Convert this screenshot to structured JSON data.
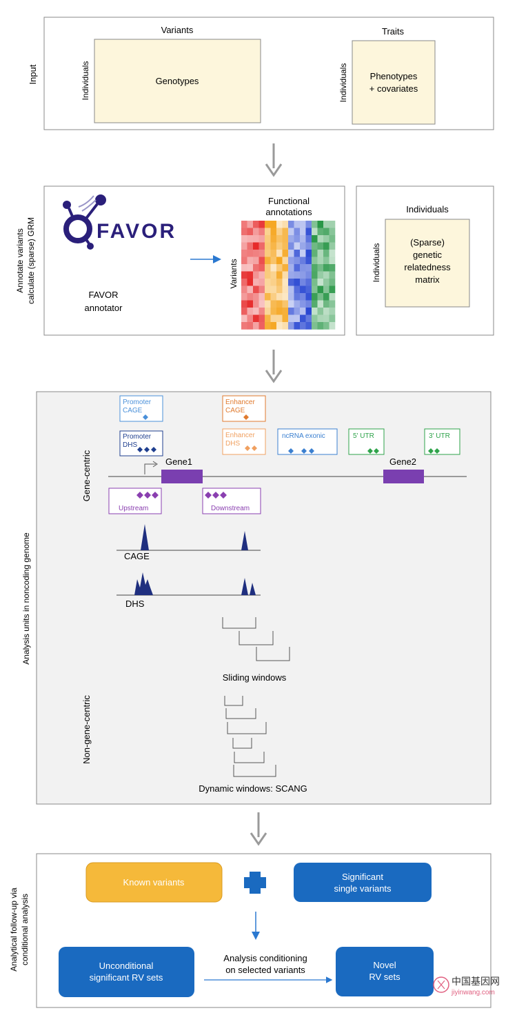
{
  "input": {
    "side_label": "Input",
    "variants_label": "Variants",
    "traits_label": "Traits",
    "individuals_label_1": "Individuals",
    "individuals_label_2": "Individuals",
    "genotypes_label": "Genotypes",
    "phenotypes_line1": "Phenotypes",
    "phenotypes_line2": "+ covariates"
  },
  "annotate": {
    "side_line1": "Annotate variants",
    "side_line2": "calculate (sparse) GRM",
    "favor_logo": "FAVOR",
    "favor_annotator_line1": "FAVOR",
    "favor_annotator_line2": "annotator",
    "functional_line1": "Functional",
    "functional_line2": "annotations",
    "variants_label": "Variants",
    "grm_individuals_top": "Individuals",
    "grm_individuals_side": "Individuals",
    "grm_line1": "(Sparse)",
    "grm_line2": "genetic",
    "grm_line3": "relatedness",
    "grm_line4": "matrix"
  },
  "analysis": {
    "side_label": "Analysis units in noncoding genome",
    "gene_centric": "Gene-centric",
    "non_gene_centric": "Non-gene-centric",
    "promoter_cage_1": "Promoter",
    "promoter_cage_2": "CAGE",
    "promoter_dhs_1": "Promoter",
    "promoter_dhs_2": "DHS",
    "enhancer_cage_1": "Enhancer",
    "enhancer_cage_2": "CAGE",
    "enhancer_dhs_1": "Enhancer",
    "enhancer_dhs_2": "DHS",
    "ncrna_exonic": "ncRNA exonic",
    "utr5": "5' UTR",
    "utr3": "3' UTR",
    "gene1": "Gene1",
    "gene2": "Gene2",
    "upstream": "Upstream",
    "downstream": "Downstream",
    "cage": "CAGE",
    "dhs": "DHS",
    "sliding_windows": "Sliding windows",
    "dynamic_windows": "Dynamic windows: SCANG"
  },
  "followup": {
    "side_line1": "Analytical follow-up via",
    "side_line2": "conditional analysis",
    "known_variants": "Known variants",
    "significant_line1": "Significant",
    "significant_line2": "single variants",
    "unconditional_line1": "Unconditional",
    "unconditional_line2": "significant RV sets",
    "conditioning_line1": "Analysis conditioning",
    "conditioning_line2": "on selected variants",
    "novel_line1": "Novel",
    "novel_line2": "RV sets"
  },
  "watermark": {
    "cn": "中国基因网",
    "url": "jiyinwang.com"
  },
  "colors": {
    "matrix_fill": "#fdf6dc",
    "promoter_cage": "#4a90d9",
    "promoter_dhs": "#1f3f8f",
    "enhancer_cage": "#e07a2e",
    "enhancer_dhs": "#f0a060",
    "ncrna": "#3a7fd0",
    "utr": "#2ea34a",
    "gene_box": "#7a3fb0",
    "upstream": "#8a3fb0",
    "peaks": "#1f2f7f",
    "known": "#f5b93a",
    "blue_box": "#1a6ac0",
    "arrow_gray": "#9a9a9a",
    "favor_purple": "#2a1f7a"
  }
}
